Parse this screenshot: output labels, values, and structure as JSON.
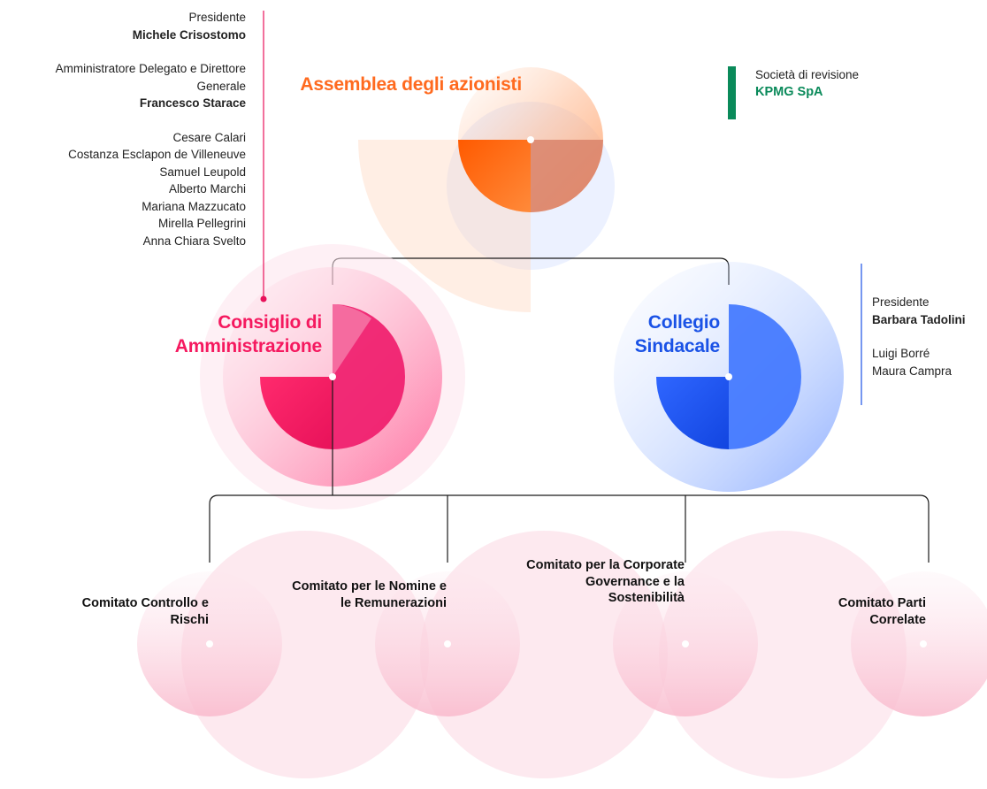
{
  "board_members": {
    "president_role": "Presidente",
    "president_name": "Michele Crisostomo",
    "ceo_role": "Amministratore Delegato e Direttore Generale",
    "ceo_name": "Francesco Starace",
    "directors": [
      "Cesare Calari",
      "Costanza Esclapon de Villeneuve",
      "Samuel Leupold",
      "Alberto Marchi",
      "Mariana Mazzucato",
      "Mirella Pellegrini",
      "Anna Chiara Svelto"
    ]
  },
  "auditor": {
    "label": "Società di revisione",
    "name": "KPMG SpA"
  },
  "nodes": {
    "assembly": "Assemblea degli azionisti",
    "board": "Consiglio di Amministrazione",
    "statutory_auditors": "Collegio Sindacale"
  },
  "auditors_members": {
    "president_role": "Presidente",
    "president_name": "Barbara Tadolini",
    "members": [
      "Luigi Borré",
      "Maura Campra"
    ]
  },
  "committees": [
    {
      "label": "Comitato Controllo e Rischi"
    },
    {
      "label": "Comitato per le Nomine e le Remunerazioni"
    },
    {
      "label": "Comitato per la Corporate Governance e la Sostenibilità"
    },
    {
      "label": "Comitato Parti Correlate"
    }
  ],
  "colors": {
    "assembly": "#ff6a1f",
    "board": "#f5195f",
    "statutory_auditors": "#1a52e6",
    "auditor_bar": "#0a8a5a",
    "committees": "#f48aa8"
  }
}
